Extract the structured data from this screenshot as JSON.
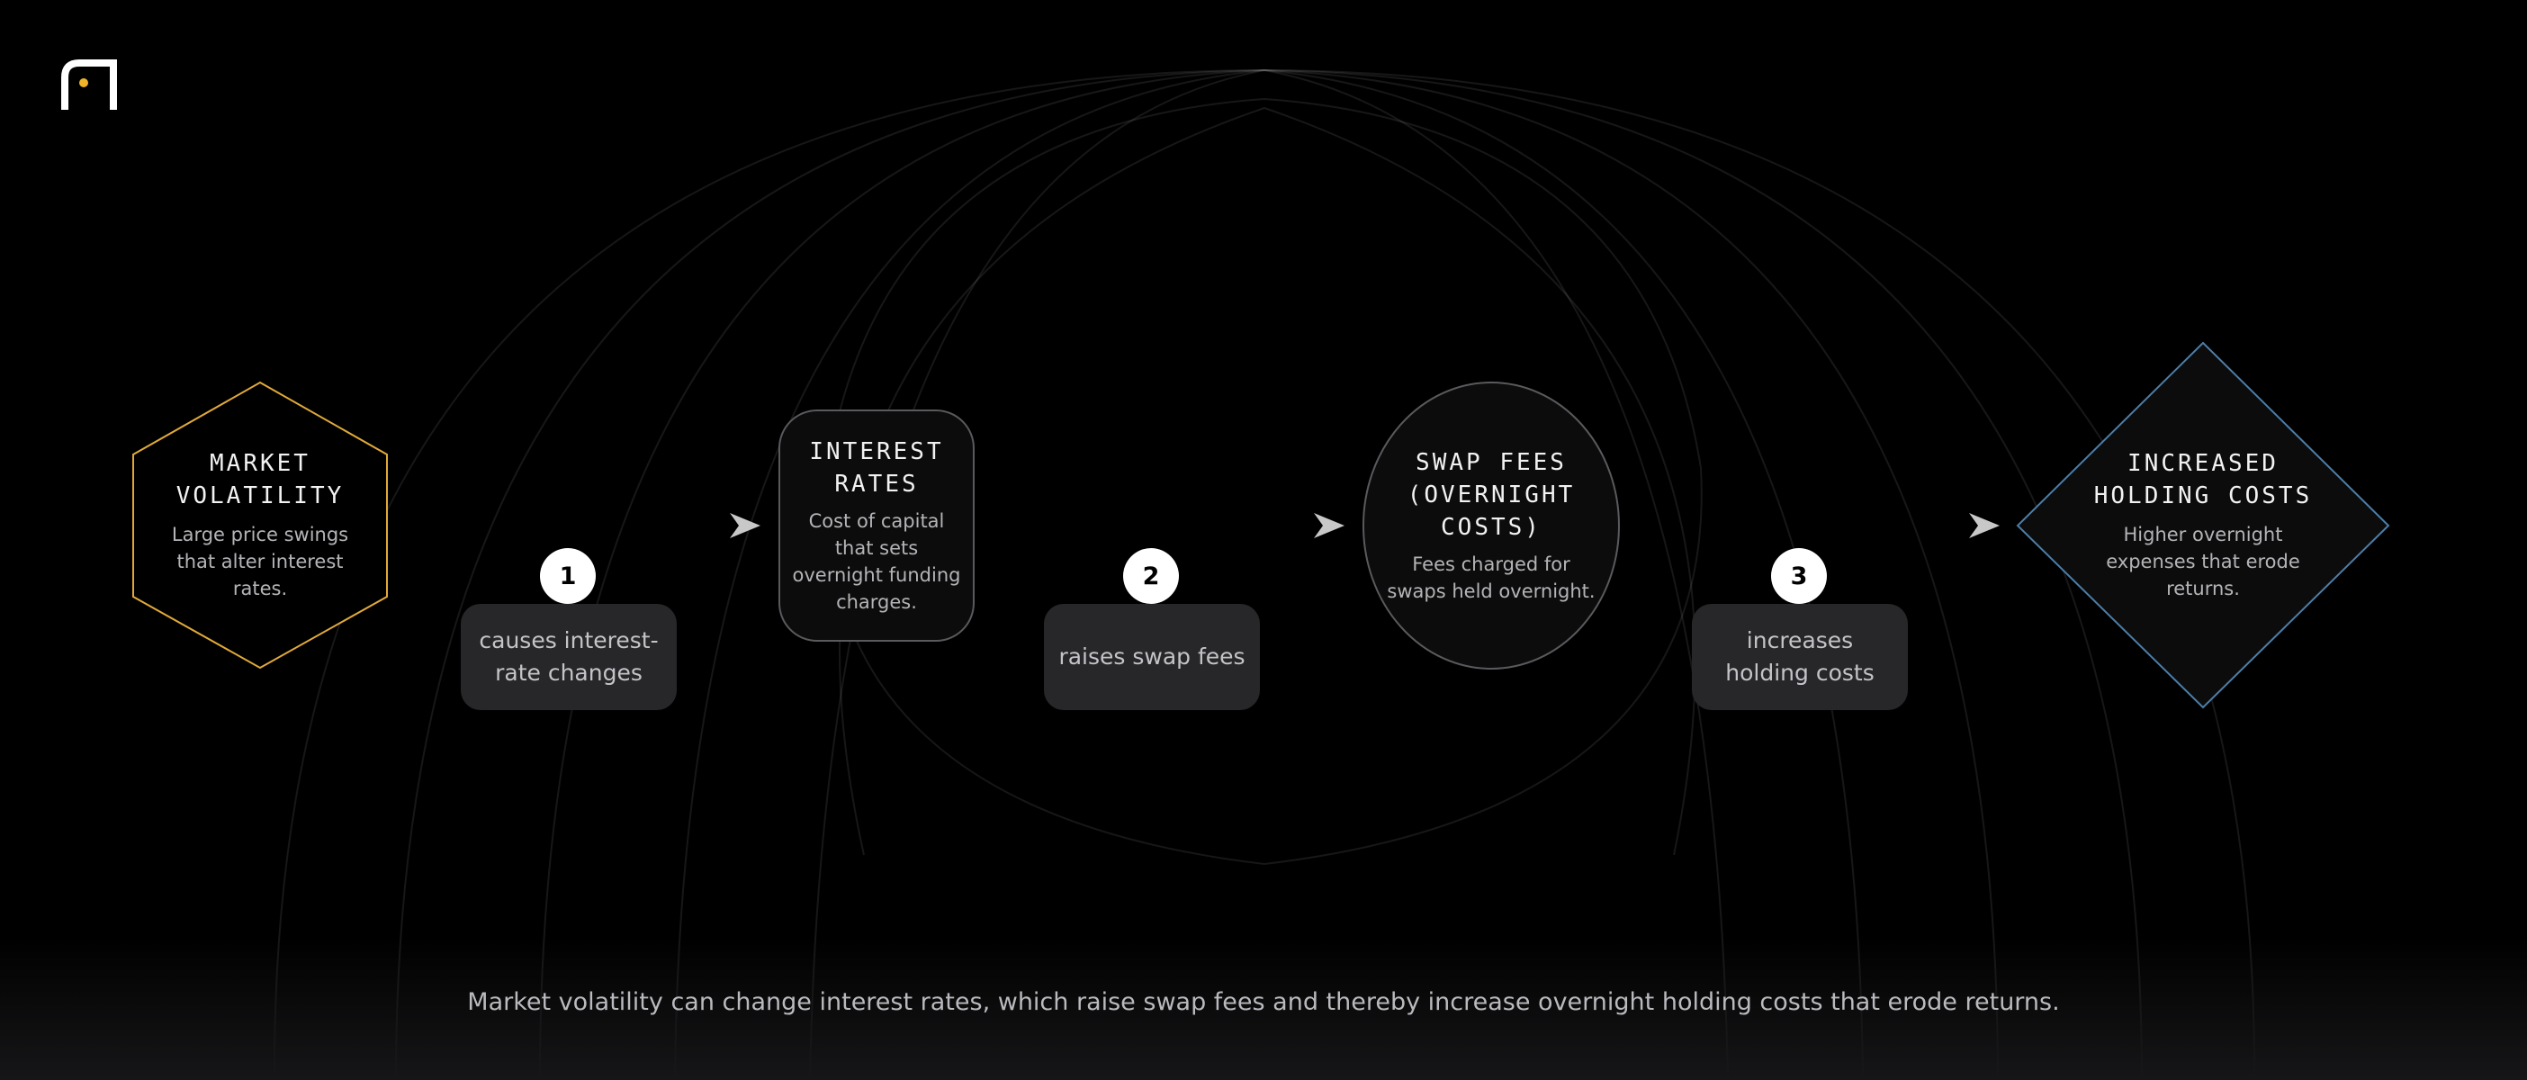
{
  "diagram": {
    "nodes": [
      {
        "id": "market-volatility",
        "shape": "hexagon",
        "border_color": "#e0a93a",
        "title": "MARKET\nVOLATILITY",
        "description": "Large price swings\nthat alter interest\nrates."
      },
      {
        "id": "interest-rates",
        "shape": "rounded-rect",
        "border_color": "#5a5a5e",
        "title": "INTEREST\nRATES",
        "description": "Cost of capital\nthat sets\novernight funding\ncharges."
      },
      {
        "id": "swap-fees",
        "shape": "ellipse",
        "border_color": "#5a5a5e",
        "title": "SWAP FEES\n(OVERNIGHT\nCOSTS)",
        "description": "Fees charged for\nswaps held overnight."
      },
      {
        "id": "increased-holding-costs",
        "shape": "diamond",
        "border_color": "#4d7ea8",
        "title": "INCREASED\nHOLDING COSTS",
        "description": "Higher overnight\nexpenses that erode\nreturns."
      }
    ],
    "edges": [
      {
        "step": "1",
        "label": "causes interest-\nrate changes"
      },
      {
        "step": "2",
        "label": "raises swap fees"
      },
      {
        "step": "3",
        "label": "increases\nholding costs"
      }
    ],
    "caption": "Market volatility can change interest rates, which raise swap fees and thereby increase overnight holding costs that erode returns."
  },
  "colors": {
    "background": "#000000",
    "accent": "#e0a93a",
    "diamond_border": "#4d7ea8",
    "badge": "#ffffff",
    "label_box": "#27272a"
  },
  "icons": [
    "logo-icon"
  ]
}
